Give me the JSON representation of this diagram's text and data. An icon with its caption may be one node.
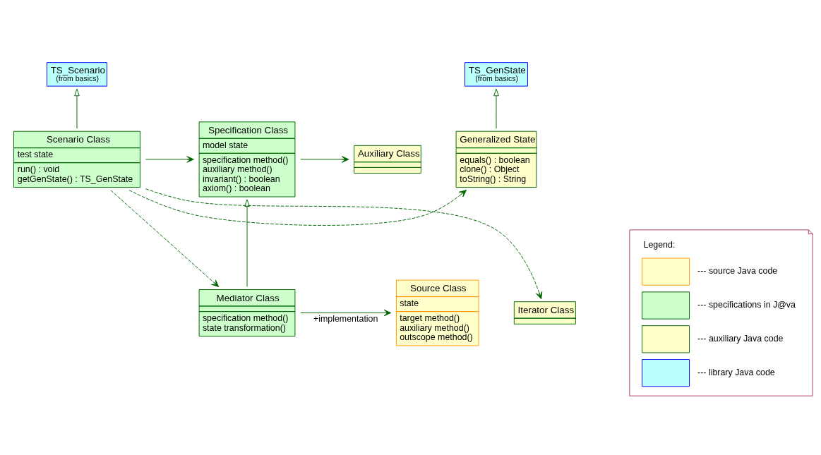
{
  "diagram": {
    "nodes": [
      {
        "text": [
          "TS_Scenario",
          "(from basics)"
        ]
      },
      {
        "text": [
          "TS_GenState",
          "(from basics)"
        ]
      },
      {
        "text": [
          "Auxiliary Class"
        ]
      },
      {
        "text": [
          "Specification Class",
          "model state",
          "specification method() auxiliary method() invariant() : boolean axiom() : boolean"
        ]
      },
      {
        "text": [
          "Scenario Class",
          "test state",
          "run() : void getGenState() : TS_GenState"
        ]
      },
      {
        "text": [
          "Generalized State",
          "equals() : boolean clone() : Object toString() : String"
        ]
      },
      {
        "text": [
          "Source Class",
          "state",
          "target method() auxiliary method() outscope method()"
        ]
      },
      {
        "text": [
          "Mediator Class",
          "specification method() state transformation()"
        ]
      },
      {
        "text": [
          "Iterator Class"
        ]
      }
    ],
    "edges": [
      {
        "from": 3,
        "to": 2,
        "arrow": "to"
      },
      {
        "from": 4,
        "to": 3,
        "arrow": "to"
      },
      {
        "from": 4,
        "to": 0,
        "arrow": "to"
      },
      {
        "from": 5,
        "to": 1,
        "arrow": "to"
      },
      {
        "from": 4,
        "to": 5,
        "arrow": "to",
        "style": "dashed"
      },
      {
        "from": 7,
        "to": 3,
        "arrow": "to"
      },
      {
        "from": 7,
        "to": 6,
        "arrow": "to",
        "label": "+implementation"
      },
      {
        "from": 4,
        "to": 7,
        "arrow": "to",
        "style": "dashed"
      },
      {
        "from": 4,
        "to": 8,
        "arrow": "to",
        "style": "dashed"
      }
    ],
    "labels": [
      "Legend:"
    ],
    "legend": [
      {
        "text": "--- source Java code",
        "color": "#ffffcc"
      },
      {
        "text": "--- specifications in J@va",
        "color": "#ccffcc"
      },
      {
        "text": "--- auxiliary Java code",
        "color": "#ffffcc"
      },
      {
        "text": "--- library Java code",
        "color": "#bbffff"
      }
    ]
  }
}
